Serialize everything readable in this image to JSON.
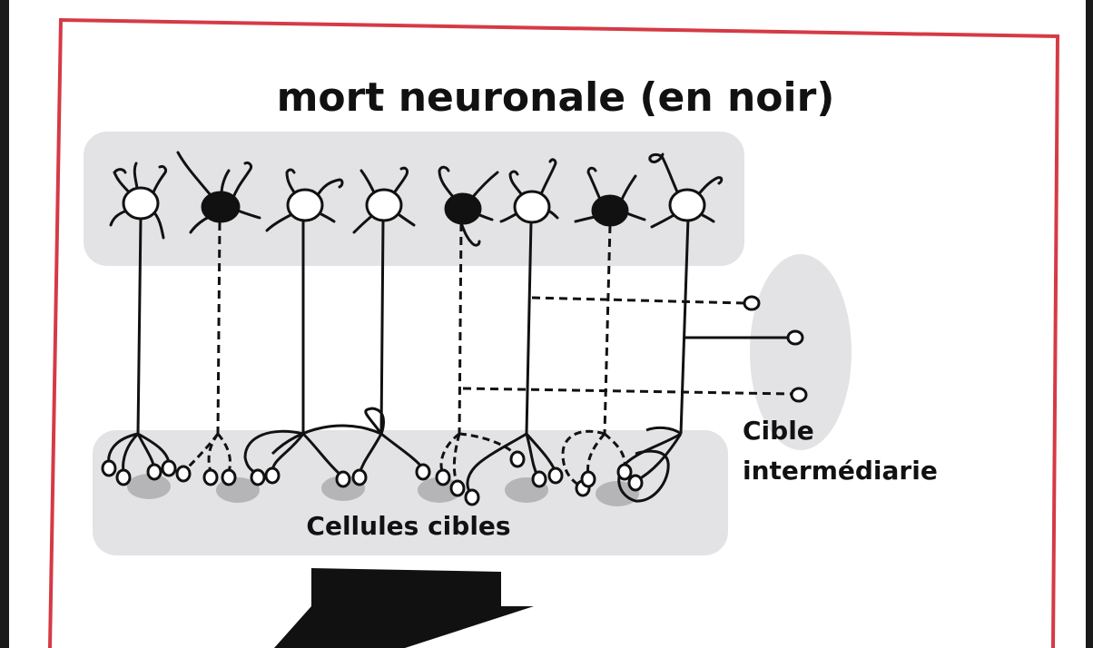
{
  "diagram": {
    "title": "mort neuronale (en noir)",
    "target_cells_label": "Cellules cibles",
    "intermediate_target_label_line1": "Cible",
    "intermediate_target_label_line2": "intermédiarie",
    "neurons": [
      {
        "id": 1,
        "state": "alive",
        "axon": "solid"
      },
      {
        "id": 2,
        "state": "dead",
        "axon": "dashed"
      },
      {
        "id": 3,
        "state": "alive",
        "axon": "solid"
      },
      {
        "id": 4,
        "state": "alive",
        "axon": "solid"
      },
      {
        "id": 5,
        "state": "dead",
        "axon": "dashed"
      },
      {
        "id": 6,
        "state": "alive",
        "axon": "solid"
      },
      {
        "id": 7,
        "state": "dead",
        "axon": "dashed"
      },
      {
        "id": 8,
        "state": "alive",
        "axon": "solid"
      }
    ],
    "colors": {
      "frame": "#d63a45",
      "dead_neuron": "#111111",
      "alive_neuron": "#ffffff",
      "region_fill": "#e3e3e6",
      "target_cell": "#b5b5b8",
      "arrow": "#111111"
    }
  }
}
